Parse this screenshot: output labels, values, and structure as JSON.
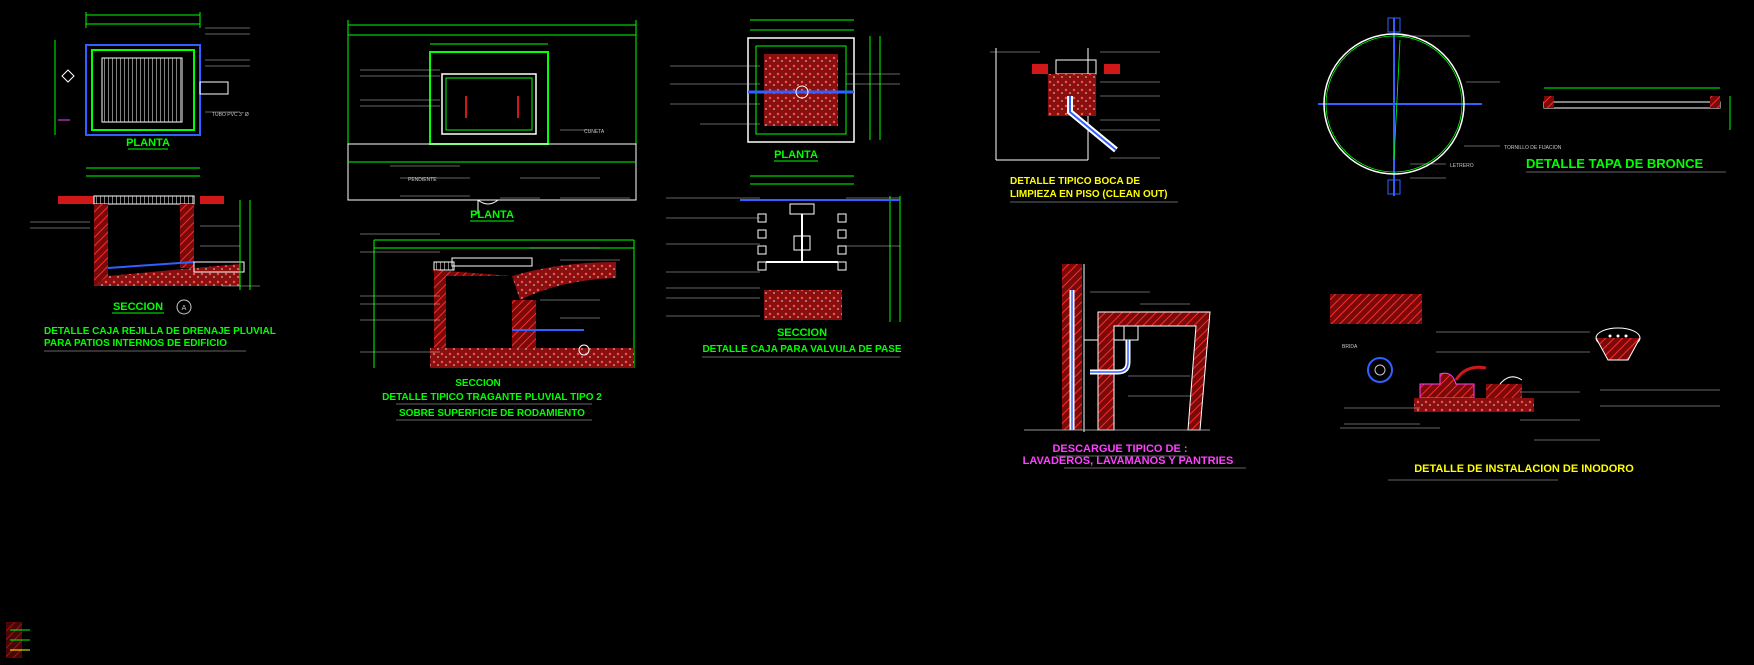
{
  "colors": {
    "background": "#000000",
    "dimension": "#00ff00",
    "outline": "#ffffff",
    "title_yellow": "#ffff00",
    "title_green": "#00ff00",
    "hatch_red": "#d01818",
    "pipe_blue": "#3060ff",
    "cyan": "#00ffff",
    "magenta": "#ff40ff",
    "label_gray": "#c8c8c8"
  },
  "details": {
    "reja": {
      "plan_title": "PLANTA",
      "section_title": "SECCION",
      "section_marker": "A",
      "title_line1": "DETALLE CAJA REJILLA DE DRENAJE PLUVIAL",
      "title_line2": "PARA PATIOS INTERNOS DE EDIFICIO",
      "callout_pipe": "TUBO PVC 3\" Ø"
    },
    "tragante": {
      "plan_title": "PLANTA",
      "section_title": "SECCION",
      "title_line1": "DETALLE TIPICO TRAGANTE PLUVIAL TIPO 2",
      "title_line2": "SOBRE SUPERFICIE DE RODAMIENTO",
      "callout_cuneta": "CUNETA",
      "callout_pendiente": "PENDIENTE"
    },
    "valvula": {
      "plan_title": "PLANTA",
      "section_title": "SECCION",
      "title": "DETALLE CAJA PARA VALVULA DE PASE"
    },
    "cleanout": {
      "title_line1": "DETALLE TIPICO BOCA DE",
      "title_line2": "LIMPIEZA EN PISO (CLEAN OUT)"
    },
    "tapa": {
      "title": "DETALLE TAPA DE BRONCE",
      "callout_letrero": "LETRERO",
      "callout_tornillo": "TORNILLO DE FIJACION"
    },
    "descargue": {
      "title_line1": "DESCARGUE TIPICO DE :",
      "title_line2": "LAVADEROS, LAVAMANOS Y PANTRIES"
    },
    "inodoro": {
      "title": "DETALLE DE INSTALACION DE INODORO",
      "callout_brida": "BRIDA"
    }
  }
}
